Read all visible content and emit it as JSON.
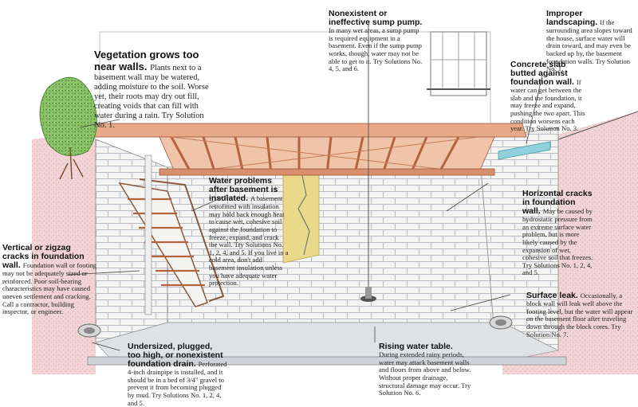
{
  "callouts": {
    "vegetation": {
      "title": "Vegetation grows too near walls.",
      "body": "Plants next to a basement wall may be watered, adding moisture to the soil. Worse yet, their roots may dry out fill, creating voids that can fill with water during a rain. Try Solution No. 1."
    },
    "sump": {
      "title": "Nonexistent or ineffective sump pump.",
      "body": "In many wet areas, a sump pump is required equipment in a basement. Even if the sump pump works, though, water may not be able to get to it. Try Solutions No. 4, 5, and 6."
    },
    "landscaping": {
      "title": "Improper landscaping.",
      "body": "If the surrounding area slopes toward the house, surface water will drain toward, and may even be backed up by, the basement foundation walls. Try Solution No. 1."
    },
    "slab": {
      "title": "Concrete slab butted against foundation wall.",
      "body": "If water can get between the slab and the foundation, it may freeze and expand, pushing the two apart. This condition worsens each year. Try Solution No. 3."
    },
    "insulated": {
      "title": "Water problems after basement is insulated.",
      "body": "A basement retrofitted with insulation may hold back enough heat to cause wet, cohesive soil against the foundation to freeze, expand, and crack the wall. Try Solutions No. 1, 2, 4, and 5. If you live in a cold area, don't add basement insulation unless you have adequate water protection."
    },
    "horizontal": {
      "title": "Horizontal cracks in foundation wall.",
      "body": "May be caused by hydrostatic pressure from an extreme surface water problem, but is more likely caused by the expansion of wet, cohesive soil that freezes. Try Solutions No. 1, 2, 4, and 5."
    },
    "vertical": {
      "title": "Vertical or zigzag cracks in foundation wall.",
      "body": "Foundation wall or footing may not be adequately sized or reinforced. Poor soil-bearing characteristics may have caused uneven settlement and cracking. Call a contractor, building inspector, or engineer."
    },
    "surface": {
      "title": "Surface leak.",
      "body": "Occasionally, a block wall will leak well above the footing level, but the water will appear on the basement floor after traveling down through the block cores. Try Solution No. 7."
    },
    "drain": {
      "title": "Undersized, plugged, too high, or nonexistent foundation drain.",
      "body": "Perforated 4-inch drainpipe is installed, and it should be in a bed of 3/4\" gravel to prevent it from becoming plugged by mud. Try Solutions No. 1, 2, 4, and 5."
    },
    "watertable": {
      "title": "Rising water table.",
      "body": "During extended rainy periods, water may attack basement walls and floors from above and below. Without proper drainage, structural damage may occur. Try Solution No. 6."
    }
  },
  "colors": {
    "soil": "#f2d3d6",
    "block": "#f4f4f2",
    "mortar": "#b9bcc4",
    "joist": "#d98f6d",
    "joist_dark": "#b5633f",
    "floor": "#dfe3e6",
    "slab": "#8fd1dc",
    "insulation": "#ead98a",
    "shrub": "#5f9b3a"
  }
}
